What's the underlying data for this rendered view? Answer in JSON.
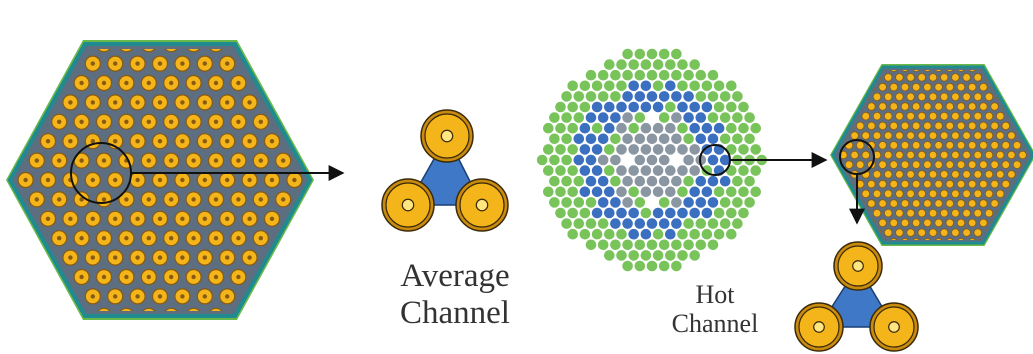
{
  "labels": {
    "average_line1": "Average",
    "average_line2": "Channel",
    "hot_line1": "Hot",
    "hot_line2": "Channel"
  },
  "colors": {
    "background": "#ffffff",
    "assembly_fill": "#5c6e80",
    "assembly_border": "#1f8a8f",
    "assembly_outer_border": "#69b84a",
    "fuel_pin": "#f3b51a",
    "pin_ring": "#8a5a10",
    "pin_center": "#ffe680",
    "coolant_blue": "#3f78c6",
    "core_green": "#78c35a",
    "core_blue": "#3b6fbf",
    "core_grey": "#8a96a2",
    "core_white": "#ffffff",
    "text": "#333333",
    "arrow": "#111111"
  },
  "icons": [
    "assembly-hexagon-icon",
    "subchannel-icon",
    "core-map-icon",
    "arrow-icon"
  ]
}
